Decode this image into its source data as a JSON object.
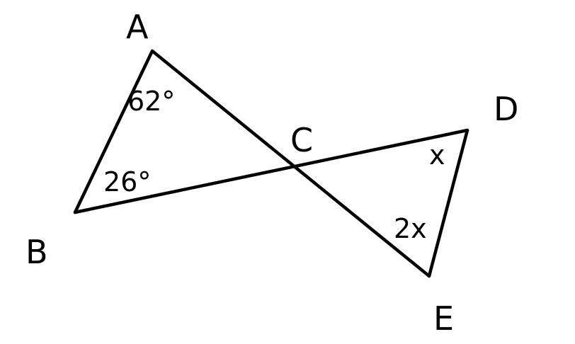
{
  "colors": {
    "background": "#ffffff",
    "ink": "#000000"
  },
  "vertices": {
    "A": "A",
    "B": "B",
    "C": "C",
    "D": "D",
    "E": "E"
  },
  "angles": {
    "A": "62°",
    "B": "26°",
    "D": "x",
    "E": "2x"
  }
}
